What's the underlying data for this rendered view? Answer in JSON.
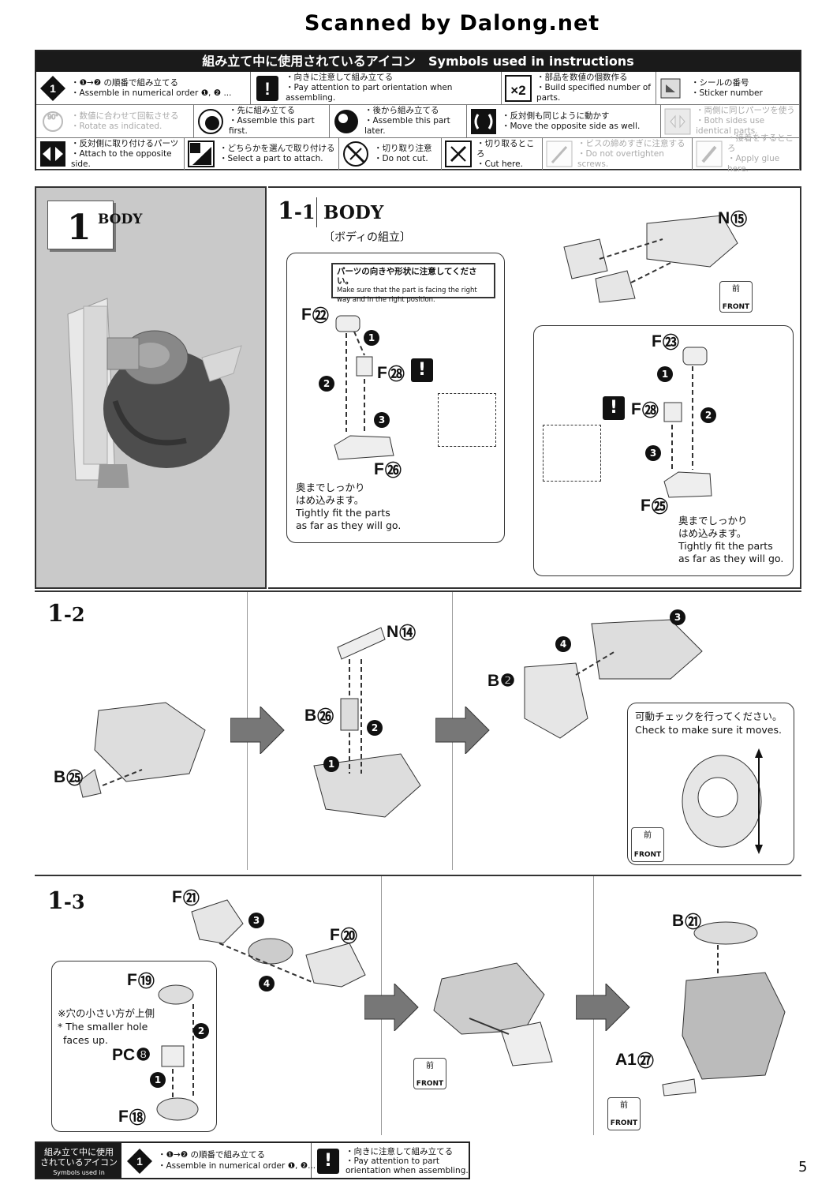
{
  "banner": "Scanned by Dalong.net",
  "symbols": {
    "title": "組み立て中に使用されているアイコン　Symbols used in instructions",
    "cells": [
      {
        "jp": "・❶→❷ の順番で組み立てる",
        "en": "・Assemble in numerical order ❶, ❷ ...",
        "icon": "numbered-order-icon",
        "faded": false
      },
      {
        "jp": "・向きに注意して組み立てる",
        "en": "・Pay attention to part orientation when assembling.",
        "icon": "exclamation-icon",
        "faded": false
      },
      {
        "jp": "・部品を数値の個数作る",
        "en": "・Build specified number of parts.",
        "icon": "multiply-two-icon",
        "faded": false
      },
      {
        "jp": "・シールの番号",
        "en": "・Sticker number",
        "icon": "sticker-icon",
        "faded": false
      },
      {
        "jp": "・数値に合わせて回転させる",
        "en": "・Rotate as indicated.",
        "icon": "rotate-90-icon",
        "faded": true
      },
      {
        "jp": "・先に組み立てる",
        "en": "・Assemble this part first.",
        "icon": "assemble-first-icon",
        "faded": false
      },
      {
        "jp": "・後から組み立てる",
        "en": "・Assemble this part later.",
        "icon": "assemble-later-icon",
        "faded": false
      },
      {
        "jp": "・反対側も同じように動かす",
        "en": "・Move the opposite side as well.",
        "icon": "move-opposite-icon",
        "faded": false
      },
      {
        "jp": "・両側に同じパーツを使う",
        "en": "・Both sides use identical parts.",
        "icon": "both-sides-icon",
        "faded": true
      },
      {
        "jp": "・反対側に取り付けるパーツ",
        "en": "・Attach to the opposite side.",
        "icon": "opposite-side-icon",
        "faded": false
      },
      {
        "jp": "・どちらかを選んで取り付ける",
        "en": "・Select a part to attach.",
        "icon": "select-part-icon",
        "faded": false
      },
      {
        "jp": "・切り取り注意",
        "en": "・Do not cut.",
        "icon": "do-not-cut-icon",
        "faded": false
      },
      {
        "jp": "・切り取るところ",
        "en": "・Cut here.",
        "icon": "cut-here-icon",
        "faded": false
      },
      {
        "jp": "・ビスの締めすぎに注意する",
        "en": "・Do not overtighten screws.",
        "icon": "screw-icon",
        "faded": true
      },
      {
        "jp": "・接着をするところ",
        "en": "・Apply glue here.",
        "icon": "glue-icon",
        "faded": true
      }
    ]
  },
  "section1": {
    "num": "1",
    "title": "BODY"
  },
  "step11": {
    "num": "1",
    "sub": "-1",
    "title": "BODY",
    "jp_title": "〔ボディの組立〕",
    "callout_jp": "パーツの向きや形状に注意してください。",
    "callout_en": "Make sure that the part is facing the right way and in the right position.",
    "fit_jp_1": "奥までしっかり",
    "fit_jp_2": "はめ込みます。",
    "fit_en_1": "Tightly fit the parts",
    "fit_en_2": "as far as they will go.",
    "front_jp": "前",
    "front_en": "FRONT",
    "parts": {
      "n15": "N",
      "n15c": "⑮",
      "f22": "F",
      "f22c": "㉒",
      "f28": "F",
      "f28c": "㉘",
      "f26": "F",
      "f26c": "㉖",
      "f23": "F",
      "f23c": "㉓",
      "f28b": "F",
      "f28bc": "㉘",
      "f25": "F",
      "f25c": "㉕"
    },
    "steps": [
      "1",
      "2",
      "3"
    ]
  },
  "step12": {
    "num": "1",
    "sub": "-2",
    "parts": {
      "b25": "B",
      "b25c": "㉕",
      "n14": "N",
      "n14c": "⑭",
      "b26": "B",
      "b26c": "㉖",
      "b2": "B",
      "b2c": "❷"
    },
    "check_jp": "可動チェックを行ってください。",
    "check_en": "Check to make sure it moves.",
    "front_jp": "前",
    "front_en": "FRONT",
    "steps": [
      "1",
      "2",
      "3",
      "4"
    ]
  },
  "step13": {
    "num": "1",
    "sub": "-3",
    "parts": {
      "f21": "F",
      "f21c": "㉑",
      "f20": "F",
      "f20c": "⑳",
      "f19": "F",
      "f19c": "⑲",
      "pc8": "PC",
      "pc8c": "❽",
      "f18": "F",
      "f18c": "⑱",
      "b21": "B",
      "b21c": "㉑",
      "a127": "A1",
      "a127c": "㉗"
    },
    "note_jp": "※穴の小さい方が上側",
    "note_en_1": "* The smaller hole",
    "note_en_2": "faces up.",
    "front_jp": "前",
    "front_en": "FRONT",
    "steps": [
      "1",
      "2",
      "3",
      "4"
    ]
  },
  "footer": {
    "label_jp_1": "組み立て中に使用",
    "label_jp_2": "されているアイコン",
    "label_en": "Symbols used in instructions",
    "c1_jp": "・❶→❷ の順番で組み立てる",
    "c1_en": "・Assemble in numerical order ❶, ❷...",
    "c2_jp": "・向きに注意して組み立てる",
    "c2_en": "・Pay attention to part orientation when assembling.",
    "page": "5"
  }
}
